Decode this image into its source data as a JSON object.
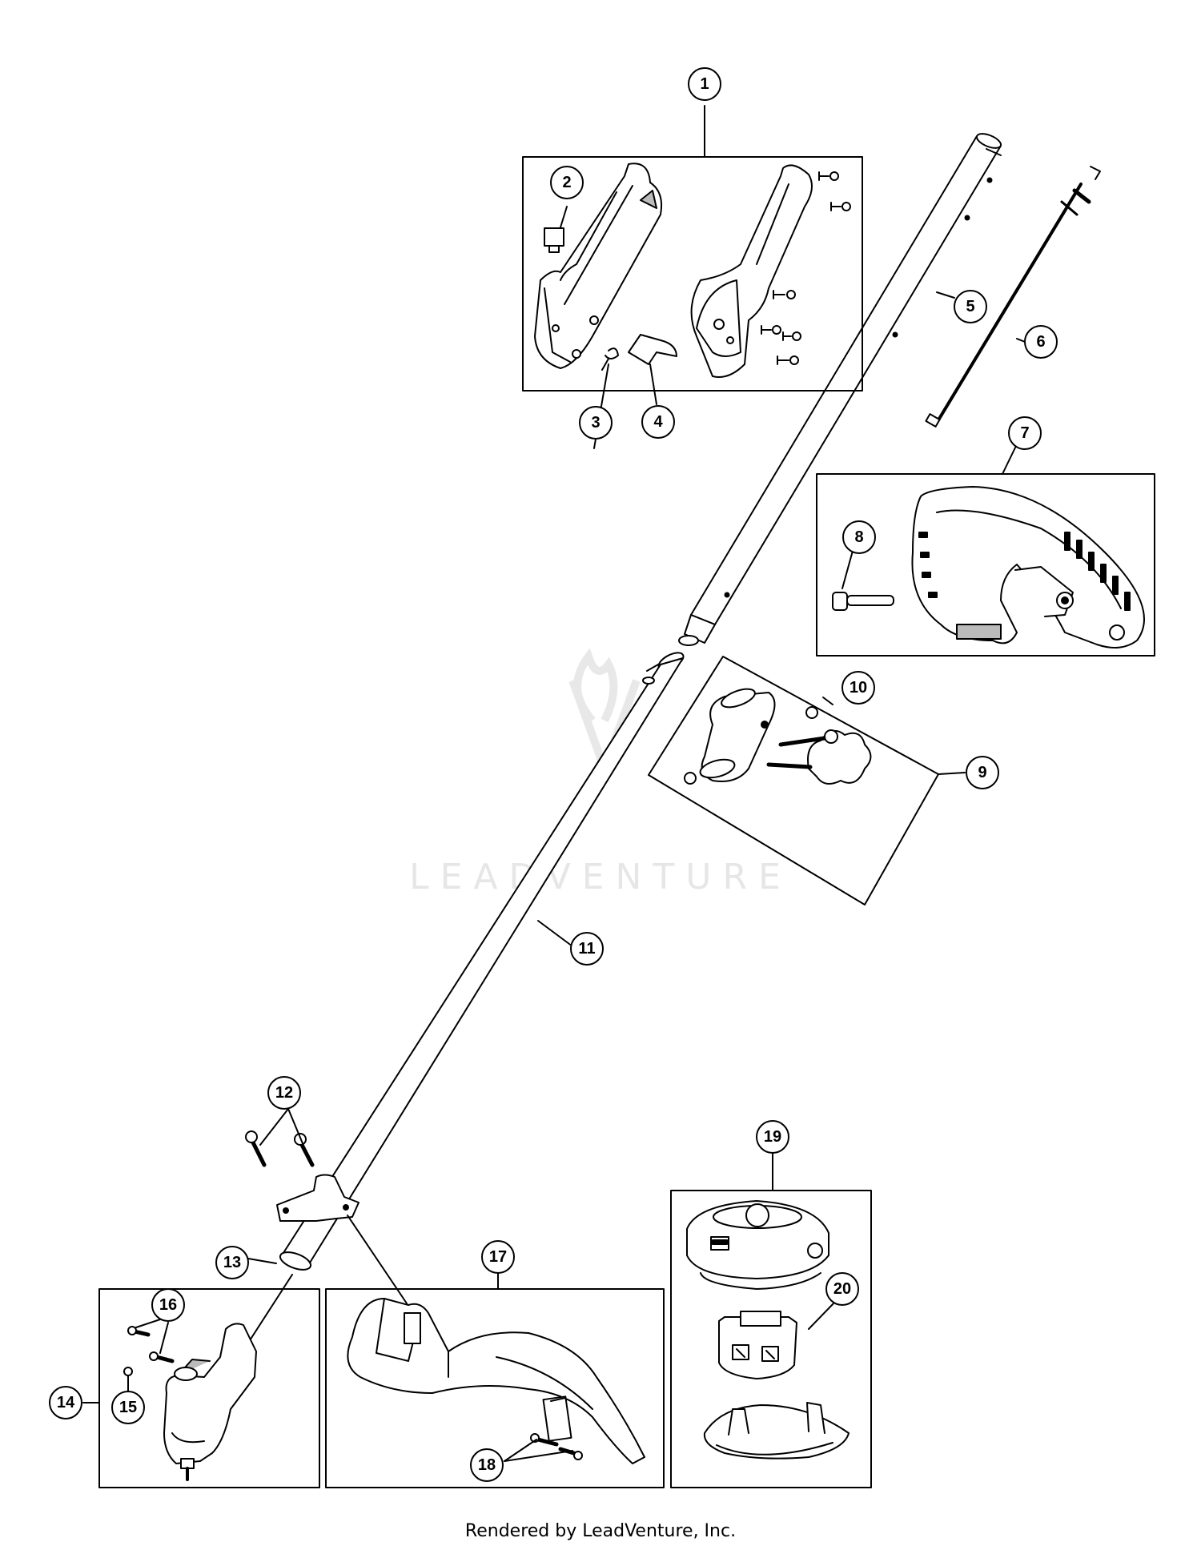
{
  "watermark": {
    "text": "LEADVENTURE",
    "logo": "leadventure-flame-logo"
  },
  "footer": {
    "text": "Rendered by LeadVenture, Inc."
  },
  "callouts": [
    {
      "id": "1",
      "label": "1"
    },
    {
      "id": "2",
      "label": "2"
    },
    {
      "id": "3",
      "label": "3"
    },
    {
      "id": "4",
      "label": "4"
    },
    {
      "id": "5",
      "label": "5"
    },
    {
      "id": "6",
      "label": "6"
    },
    {
      "id": "7",
      "label": "7"
    },
    {
      "id": "8",
      "label": "8"
    },
    {
      "id": "9",
      "label": "9"
    },
    {
      "id": "10",
      "label": "10"
    },
    {
      "id": "11",
      "label": "11"
    },
    {
      "id": "12",
      "label": "12"
    },
    {
      "id": "13",
      "label": "13"
    },
    {
      "id": "14",
      "label": "14"
    },
    {
      "id": "15",
      "label": "15"
    },
    {
      "id": "16",
      "label": "16"
    },
    {
      "id": "17",
      "label": "17"
    },
    {
      "id": "18",
      "label": "18"
    },
    {
      "id": "19",
      "label": "19"
    },
    {
      "id": "20",
      "label": "20"
    }
  ],
  "colors": {
    "line": "#000000",
    "part_fill": "#ffffff",
    "shade": "#bbbbbb",
    "watermark": "#e6e6e6"
  }
}
